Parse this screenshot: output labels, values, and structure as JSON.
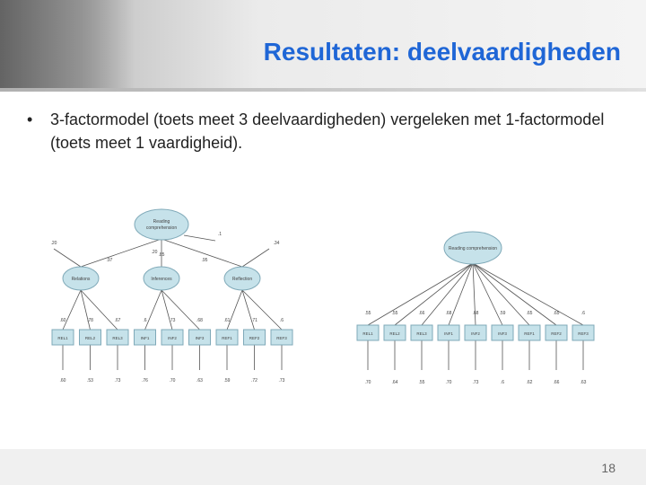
{
  "slide": {
    "title": "Resultaten: deelvaardigheden",
    "bullet": "3-factormodel (toets meet 3 deelvaardigheden) vergeleken met 1-factormodel (toets meet 1 vaardigheid).",
    "bullet_marker": "•",
    "page_number": "18"
  },
  "colors": {
    "title": "#1f66d6",
    "node_fill": "#c6e2ea",
    "node_stroke": "#7fa9b8"
  },
  "diagram_left": {
    "top_factor": "Reading comprehension",
    "factors": [
      "Relations",
      "Inferences",
      "Reflection"
    ],
    "indicators": [
      "REL1",
      "REL2",
      "REL3",
      "INF1",
      "INF2",
      "INF3",
      "REF1",
      "REF2",
      "REF3"
    ],
    "top_loadings": [
      ".97",
      ".85",
      ".95"
    ],
    "upper_side_labels": [
      ".20",
      ".1",
      ".34",
      ".20"
    ],
    "indicator_loadings": [
      ".60",
      ".78",
      ".67",
      ".6",
      ".73",
      ".68",
      ".61",
      ".71",
      ".6"
    ],
    "error_values": [
      ".60",
      ".53",
      ".73",
      ".76",
      ".70",
      ".63",
      ".59",
      ".72",
      ".73"
    ]
  },
  "diagram_right": {
    "factor": "Reading comprehension",
    "indicators": [
      "REL1",
      "REL2",
      "REL3",
      "INF1",
      "INF2",
      "INF3",
      "REF1",
      "REF2",
      "REF3"
    ],
    "indicator_loadings": [
      ".55",
      ".55",
      ".66",
      ".68",
      ".68",
      ".59",
      ".65",
      ".65",
      ".6"
    ],
    "error_values": [
      ".70",
      ".64",
      ".55",
      ".70",
      ".73",
      ".6",
      ".62",
      ".66",
      ".63"
    ]
  }
}
